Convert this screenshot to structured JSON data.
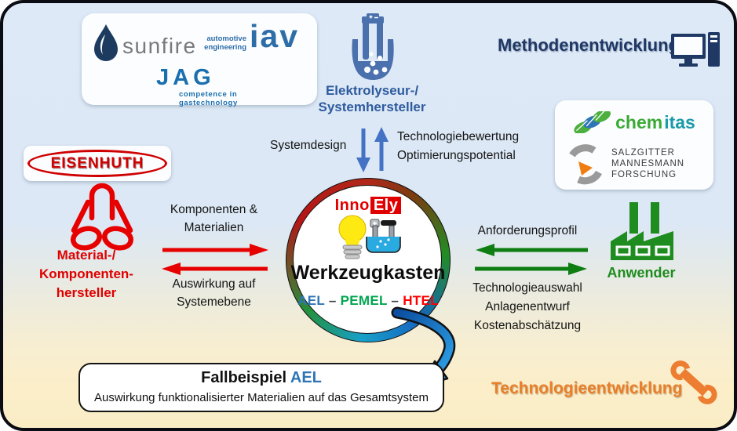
{
  "partners_box": {
    "sunfire_label": "sunfire",
    "iav_tagline_line1": "automotive",
    "iav_tagline_line2": "engineering",
    "iav_label": "iav",
    "jag_label": "JAG",
    "jag_tagline_line1": "competence in",
    "jag_tagline_line2": "gastechnology"
  },
  "electrolyzer": {
    "label_line1": "Elektrolyseur-/",
    "label_line2": "Systemhersteller"
  },
  "top_right": {
    "label": "Methodenentwicklung"
  },
  "research_box": {
    "chemitas_part1": "chem",
    "chemitas_part2": "itas",
    "szmf_lines": [
      "SALZGITTER",
      "MANNESMANN",
      "FORSCHUNG"
    ]
  },
  "left_side": {
    "eisenhuth_label": "EISENHUTH",
    "role_lines": [
      "Material-/",
      "Komponenten-",
      "hersteller"
    ]
  },
  "flows": {
    "red": {
      "top_lines": [
        "Komponenten &",
        "Materialien"
      ],
      "bottom_lines": [
        "Auswirkung auf",
        "Systemebene"
      ]
    },
    "blue": {
      "left_label": "Systemdesign",
      "right_lines": [
        "Technologiebewertung",
        "Optimierungspotential"
      ]
    },
    "green": {
      "top_label": "Anforderungsprofil",
      "bottom_lines": [
        "Technologieauswahl",
        "Anlagenentwurf",
        "Kostenabschätzung"
      ]
    }
  },
  "center": {
    "logo_part1": "Inno",
    "logo_part2": "Ely",
    "title": "Werkzeugkasten",
    "tech1": "AEL",
    "dash": "–",
    "tech2": "PEMEL",
    "tech3": "HTEL"
  },
  "anwender": {
    "label": "Anwender"
  },
  "fallbeispiel": {
    "title": "Fallbeispiel",
    "title_highlight": "AEL",
    "subtitle": "Auswirkung funktionalisierter Materialien auf das Gesamtsystem"
  },
  "bottom_right": {
    "label": "Technologieentwicklung"
  },
  "icons": [
    "sunfire-flame-icon",
    "electrolyzer-cell-icon",
    "desktop-computer-icon",
    "chemitas-waves-icon",
    "szmf-arcs-icon",
    "pipes-components-icon",
    "lightbulb-icon",
    "mini-electrolysis-icon",
    "factory-icon",
    "wrench-icon",
    "curved-arrow-icon"
  ],
  "colors": {
    "background_top": "#DDE9F6",
    "background_bottom": "#FBEEC9",
    "navy": "#1F3864",
    "blue_arrow": "#4472C4",
    "red": "#E60000",
    "green": "#0E7D12",
    "orange": "#E87F2A",
    "ael_blue": "#2E75B6",
    "pemel_green": "#00A650",
    "htel_red": "#FF0000"
  }
}
